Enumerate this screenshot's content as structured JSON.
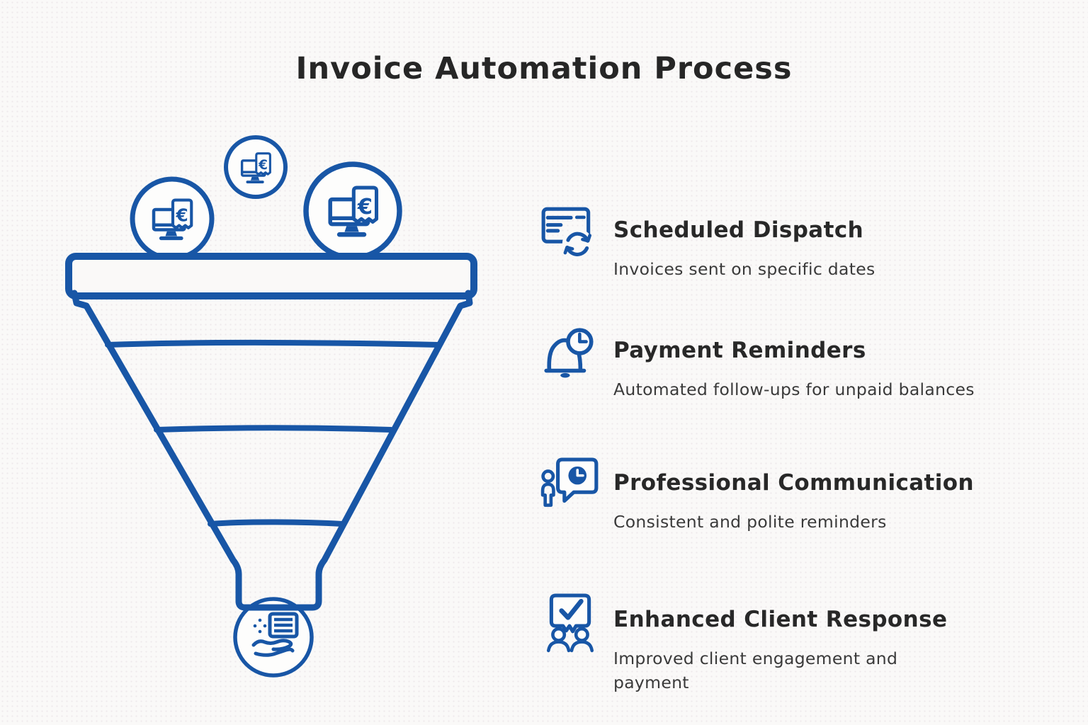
{
  "title": "Invoice Automation Process",
  "colors": {
    "accent_blue": "#1856a6",
    "text_ink": "#2b2b2b",
    "background": "#faf9f8"
  },
  "funnel": {
    "euro_symbol": "€",
    "stages": 4,
    "top_icon_count": 3,
    "top_icon": "computer-invoice",
    "bottom_icon": "hand-receiving-invoice"
  },
  "features": [
    {
      "icon": "card-sync-icon",
      "title": "Scheduled Dispatch",
      "description": "Invoices sent on specific dates"
    },
    {
      "icon": "bell-clock-icon",
      "title": "Payment Reminders",
      "description": "Automated follow-ups for unpaid balances"
    },
    {
      "icon": "person-chat-clock-icon",
      "title": "Professional Communication",
      "description": "Consistent and polite reminders"
    },
    {
      "icon": "people-check-icon",
      "title": "Enhanced Client Response",
      "description": "Improved client engagement and payment"
    }
  ]
}
